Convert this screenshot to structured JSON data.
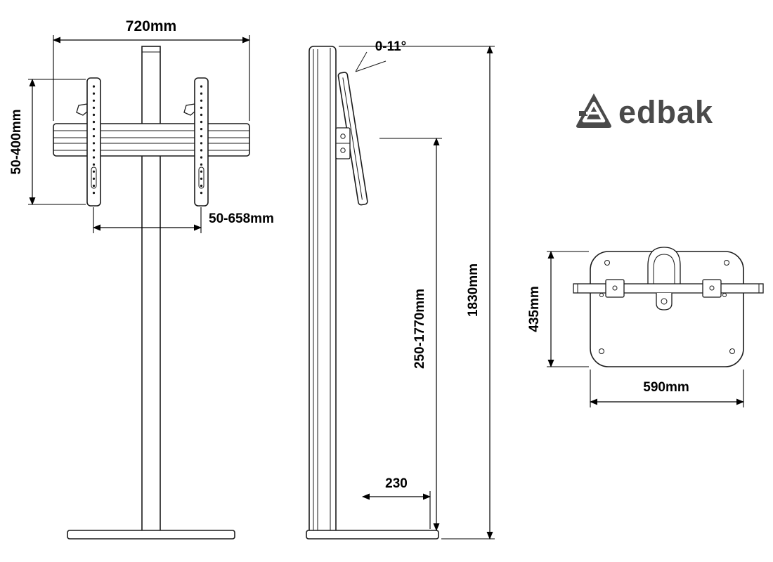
{
  "brand": {
    "name": "edbak"
  },
  "views": {
    "front": {
      "width": "720mm",
      "vesa_height": "50-400mm",
      "bracket_span": "50-658mm"
    },
    "side": {
      "tilt_angle": "0-11°",
      "mount_height_range": "250-1770mm",
      "total_height": "1830mm",
      "base_offset": "230"
    },
    "top": {
      "base_depth": "435mm",
      "base_width": "590mm"
    }
  }
}
